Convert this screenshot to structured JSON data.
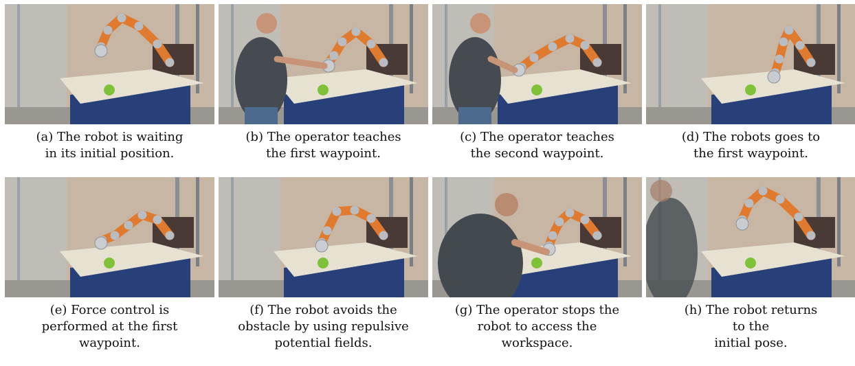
{
  "panels": [
    {
      "id": "a",
      "caption_lines": [
        "(a) The robot is waiting",
        "in its initial position."
      ],
      "operator": "none",
      "robot_pose": "initial"
    },
    {
      "id": "b",
      "caption_lines": [
        "(b) The operator teaches",
        "the first waypoint."
      ],
      "operator": "touching",
      "robot_pose": "teach1"
    },
    {
      "id": "c",
      "caption_lines": [
        "(c) The operator teaches",
        "the second waypoint."
      ],
      "operator": "touching",
      "robot_pose": "teach2"
    },
    {
      "id": "d",
      "caption_lines": [
        "(d) The robots goes to",
        "the first waypoint."
      ],
      "operator": "none",
      "robot_pose": "waypoint1"
    },
    {
      "id": "e",
      "caption_lines": [
        "(e) Force control is",
        "performed at the first",
        "waypoint."
      ],
      "operator": "none",
      "robot_pose": "force"
    },
    {
      "id": "f",
      "caption_lines": [
        "(f) The robot avoids the",
        "obstacle by using repulsive",
        "potential fields."
      ],
      "operator": "none",
      "robot_pose": "avoid"
    },
    {
      "id": "g",
      "caption_lines": [
        "(g) The operator stops the",
        "robot to access the",
        "workspace."
      ],
      "operator": "reaching",
      "robot_pose": "stopped"
    },
    {
      "id": "h",
      "caption_lines": [
        "(h) The robot returns",
        "to the",
        "initial pose."
      ],
      "operator": "blurred",
      "robot_pose": "initial"
    }
  ]
}
